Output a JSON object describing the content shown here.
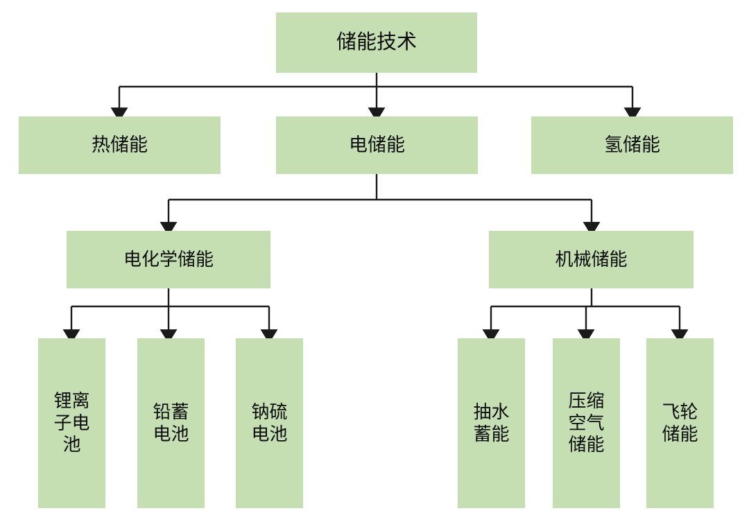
{
  "diagram": {
    "title_node": {
      "label": "储能技术"
    },
    "colors": {
      "node_fill": "#c5dfb3",
      "connector": "#1a1a1a",
      "text": "#0d0d0d",
      "background": "#ffffff"
    },
    "level2": [
      {
        "id": "thermal",
        "label": "热储能"
      },
      {
        "id": "electric",
        "label": "电储能"
      },
      {
        "id": "hydrogen",
        "label": "氢储能"
      }
    ],
    "level3": [
      {
        "id": "electrochemical",
        "label": "电化学储能"
      },
      {
        "id": "mechanical",
        "label": "机械储能"
      }
    ],
    "level4_electrochemical": [
      {
        "id": "li-ion",
        "label": "锂离\n子电\n池"
      },
      {
        "id": "lead-acid",
        "label": "铅蓄\n电池"
      },
      {
        "id": "nas",
        "label": "钠硫\n电池"
      }
    ],
    "level4_mechanical": [
      {
        "id": "pumped",
        "label": "抽水\n蓄能"
      },
      {
        "id": "caes",
        "label": "压缩\n空气\n储能"
      },
      {
        "id": "flywheel",
        "label": "飞轮\n储能"
      }
    ]
  }
}
